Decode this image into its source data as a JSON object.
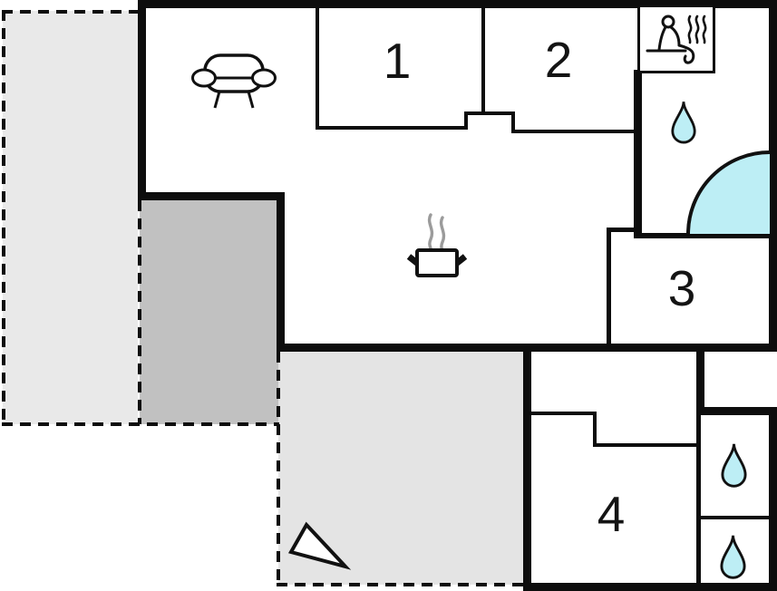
{
  "floor_plan": {
    "room_labels": [
      {
        "label": "1"
      },
      {
        "label": "2"
      },
      {
        "label": "3"
      },
      {
        "label": "4"
      }
    ],
    "icons": {
      "living_area": "sofa-icon",
      "kitchen": "cooking-pot-icon",
      "sauna": "sauna-icon",
      "bathroom_upper": "water-drop-icon",
      "bathroom_lower_1": "water-drop-icon",
      "bathroom_lower_2": "water-drop-icon",
      "shower": "corner-shower-icon",
      "terrace_marker": "direction-arrow-icon"
    },
    "colors": {
      "wall": "#0d0d0d",
      "water_fill": "#bdeef5",
      "terrace_light": "#e9e9e9",
      "terrace_medium": "#c1c1c1",
      "terrace_lower": "#e4e4e4"
    }
  }
}
